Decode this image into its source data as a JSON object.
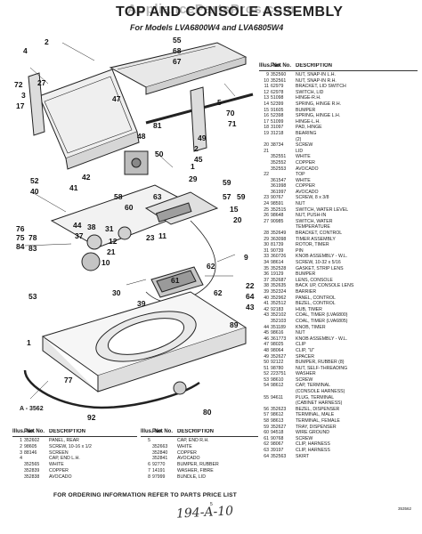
{
  "watermark": "AppliancePartsPros.com",
  "title": "TOP AND CONSOLE ASSEMBLY",
  "subtitle": "For Models LVA6800W4 and LVA6805W4",
  "diagram_label": "A - 3562",
  "order_note": "FOR ORDERING INFORMATION REFER TO PARTS PRICE LIST",
  "page_mark": "5",
  "code_mark": "353562",
  "handwriting": "194-A-10",
  "callouts": [
    "2",
    "55",
    "68",
    "67",
    "4",
    "72",
    "3",
    "17",
    "27",
    "47",
    "5",
    "70",
    "71",
    "81",
    "48",
    "50",
    "49",
    "2",
    "45",
    "1",
    "29",
    "52",
    "40",
    "42",
    "41",
    "58",
    "60",
    "63",
    "59",
    "57",
    "15",
    "20",
    "76",
    "75",
    "84",
    "78",
    "83",
    "44",
    "37",
    "38",
    "31",
    "12",
    "23",
    "11",
    "21",
    "10",
    "62",
    "9",
    "22",
    "64",
    "43",
    "1",
    "77",
    "92",
    "80",
    "61",
    "30",
    "39",
    "53",
    "89",
    "59",
    "62"
  ],
  "parts_header": {
    "no": "Illus. No.",
    "part": "Part No.",
    "desc": "DESCRIPTION"
  },
  "parts_right": [
    {
      "no": "9",
      "part": "352560",
      "desc": "NUT, SNAP-IN L.H."
    },
    {
      "no": "10",
      "part": "352561",
      "desc": "NUT, SNAP-IN R.H."
    },
    {
      "no": "11",
      "part": "62979",
      "desc": "BRACKET, LID SWITCH"
    },
    {
      "no": "12",
      "part": "62978",
      "desc": "SWITCH, LID"
    },
    {
      "no": "13",
      "part": "51098",
      "desc": "HINGE-R.H."
    },
    {
      "no": "14",
      "part": "52399",
      "desc": "SPRING, HINGE R.H."
    },
    {
      "no": "15",
      "part": "91605",
      "desc": "BUMPER"
    },
    {
      "no": "16",
      "part": "52398",
      "desc": "SPRING, HINGE L.H."
    },
    {
      "no": "17",
      "part": "51099",
      "desc": "HINGE-L.H."
    },
    {
      "no": "18",
      "part": "31097",
      "desc": "PAD, HINGE"
    },
    {
      "no": "19",
      "part": "31218",
      "desc": "BEARING"
    },
    {
      "no": "",
      "part": "",
      "desc": "(2)"
    },
    {
      "no": "20",
      "part": "38734",
      "desc": "SCREW"
    },
    {
      "no": "21",
      "part": "",
      "desc": "LID"
    },
    {
      "no": "",
      "part": "352551",
      "desc": "WHITE"
    },
    {
      "no": "",
      "part": "352552",
      "desc": "COPPER"
    },
    {
      "no": "",
      "part": "352553",
      "desc": "AVOCADO"
    },
    {
      "no": "22",
      "part": "",
      "desc": "TOP"
    },
    {
      "no": "",
      "part": "361547",
      "desc": "WHITE"
    },
    {
      "no": "",
      "part": "361998",
      "desc": "COPPER"
    },
    {
      "no": "",
      "part": "361997",
      "desc": "AVOCADO"
    },
    {
      "no": "23",
      "part": "90767",
      "desc": "SCREW, 8 x 3/8"
    },
    {
      "no": "24",
      "part": "98591",
      "desc": "NUT"
    },
    {
      "no": "25",
      "part": "352515",
      "desc": "SWITCH, WATER LEVEL"
    },
    {
      "no": "26",
      "part": "98648",
      "desc": "NUT, PUSH-IN"
    },
    {
      "no": "27",
      "part": "90985",
      "desc": "SWITCH, WATER"
    },
    {
      "no": "",
      "part": "",
      "desc": "TEMPERATURE"
    },
    {
      "no": "28",
      "part": "352649",
      "desc": "BRACKET, CONTROL"
    },
    {
      "no": "29",
      "part": "363098",
      "desc": "TIMER ASSEMBLY"
    },
    {
      "no": "30",
      "part": "81739",
      "desc": "ROTOR, TIMER"
    },
    {
      "no": "31",
      "part": "90739",
      "desc": "PIN"
    },
    {
      "no": "33",
      "part": "360726",
      "desc": "KNOB ASSEMBLY - W.L."
    },
    {
      "no": "34",
      "part": "98614",
      "desc": "SCREW, 10-32 x 5/16"
    },
    {
      "no": "35",
      "part": "352528",
      "desc": "GASKET, STRIP LENS"
    },
    {
      "no": "36",
      "part": "19129",
      "desc": "BUMPER"
    },
    {
      "no": "37",
      "part": "352687",
      "desc": "LENS, CONSOLE"
    },
    {
      "no": "38",
      "part": "352635",
      "desc": "BACK UP, CONSOLE LENS"
    },
    {
      "no": "39",
      "part": "352324",
      "desc": "BARRIER"
    },
    {
      "no": "40",
      "part": "352962",
      "desc": "PANEL, CONTROL"
    },
    {
      "no": "41",
      "part": "352512",
      "desc": "BEZEL, CONTROL"
    },
    {
      "no": "42",
      "part": "92183",
      "desc": "HUB, TIMER"
    },
    {
      "no": "43",
      "part": "352102",
      "desc": "COAL, TIMER (LVA6800)"
    },
    {
      "no": "",
      "part": "352103",
      "desc": "COAL, TIMER (LVA6805)"
    },
    {
      "no": "44",
      "part": "351189",
      "desc": "KNOB, TIMER"
    },
    {
      "no": "45",
      "part": "98616",
      "desc": "NUT"
    },
    {
      "no": "46",
      "part": "361773",
      "desc": "KNOB ASSEMBLY - W.L."
    },
    {
      "no": "47",
      "part": "98025",
      "desc": "CLIP"
    },
    {
      "no": "48",
      "part": "98064",
      "desc": "CLIP, \"U\""
    },
    {
      "no": "49",
      "part": "352627",
      "desc": "SPACER"
    },
    {
      "no": "50",
      "part": "92122",
      "desc": "BUMPER, RUBBER (8)"
    },
    {
      "no": "51",
      "part": "98780",
      "desc": "NUT, SELF-THREADING"
    },
    {
      "no": "52",
      "part": "223751",
      "desc": "WASHER"
    },
    {
      "no": "53",
      "part": "98610",
      "desc": "SCREW"
    },
    {
      "no": "54",
      "part": "98612",
      "desc": "CAP, TERMINAL"
    },
    {
      "no": "",
      "part": "",
      "desc": "(CONSOLE HARNESS)"
    },
    {
      "no": "55",
      "part": "94611",
      "desc": "PLUG, TERMINAL"
    },
    {
      "no": "",
      "part": "",
      "desc": "(CABINET HARNESS)"
    },
    {
      "no": "56",
      "part": "352623",
      "desc": "BEZEL, DISPENSER"
    },
    {
      "no": "57",
      "part": "98612",
      "desc": "TERMINAL, MALE"
    },
    {
      "no": "58",
      "part": "98613",
      "desc": "TERMINAL, FEMALE"
    },
    {
      "no": "59",
      "part": "352627",
      "desc": "TRAY, DISPENSER"
    },
    {
      "no": "60",
      "part": "94518",
      "desc": "WIRE GROUND"
    },
    {
      "no": "61",
      "part": "90768",
      "desc": "SCREW"
    },
    {
      "no": "62",
      "part": "98067",
      "desc": "CLIP, HARNESS"
    },
    {
      "no": "63",
      "part": "39197",
      "desc": "CLIP, HARNESS"
    },
    {
      "no": "64",
      "part": "352563",
      "desc": "SKIRT"
    }
  ],
  "parts_bottom_1": [
    {
      "no": "1",
      "part": "352602",
      "desc": "PANEL, REAR"
    },
    {
      "no": "2",
      "part": "98605",
      "desc": "SCREW, 10-16 x 1/2"
    },
    {
      "no": "3",
      "part": "88146",
      "desc": "SCREEN"
    },
    {
      "no": "4",
      "part": "",
      "desc": "CAP, END L.H."
    },
    {
      "no": "",
      "part": "352565",
      "desc": "WHITE"
    },
    {
      "no": "",
      "part": "352839",
      "desc": "COPPER"
    },
    {
      "no": "",
      "part": "352838",
      "desc": "AVOCADO"
    }
  ],
  "parts_bottom_2": [
    {
      "no": "5",
      "part": "",
      "desc": "CAP, END R.H."
    },
    {
      "no": "",
      "part": "352663",
      "desc": "WHITE"
    },
    {
      "no": "",
      "part": "352840",
      "desc": "COPPER"
    },
    {
      "no": "",
      "part": "352841",
      "desc": "AVOCADO"
    },
    {
      "no": "6",
      "part": "92770",
      "desc": "BUMPER, RUBBER"
    },
    {
      "no": "7",
      "part": "14191",
      "desc": "WASHER, FIBRE"
    },
    {
      "no": "8",
      "part": "97999",
      "desc": "BUNDLE, LID"
    }
  ],
  "parts_bottom_3": [
    {
      "no": "",
      "part": "",
      "desc": ""
    }
  ]
}
